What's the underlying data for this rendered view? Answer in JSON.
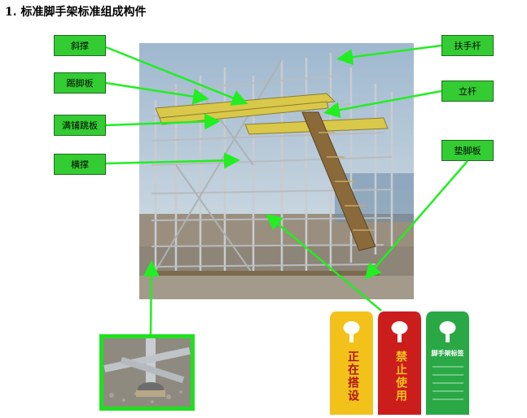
{
  "heading": "1. 标准脚手架标准组成构件",
  "labels": {
    "diagonal_brace": "斜撑",
    "toe_board": "踢脚板",
    "full_deck": "满铺跳板",
    "horizontal_brace": "横撑",
    "handrail": "扶手杆",
    "standard": "立杆",
    "base_plate": "垫脚板"
  },
  "tags": {
    "yellow": "正在搭设",
    "red": "禁止使用",
    "green_title": "脚手架标签"
  },
  "colors": {
    "label_green": "#33cc33",
    "arrow_green": "#22ee22",
    "tag_yellow": "#f2c21b",
    "tag_red": "#cc1d1d",
    "tag_green": "#2aa845"
  }
}
